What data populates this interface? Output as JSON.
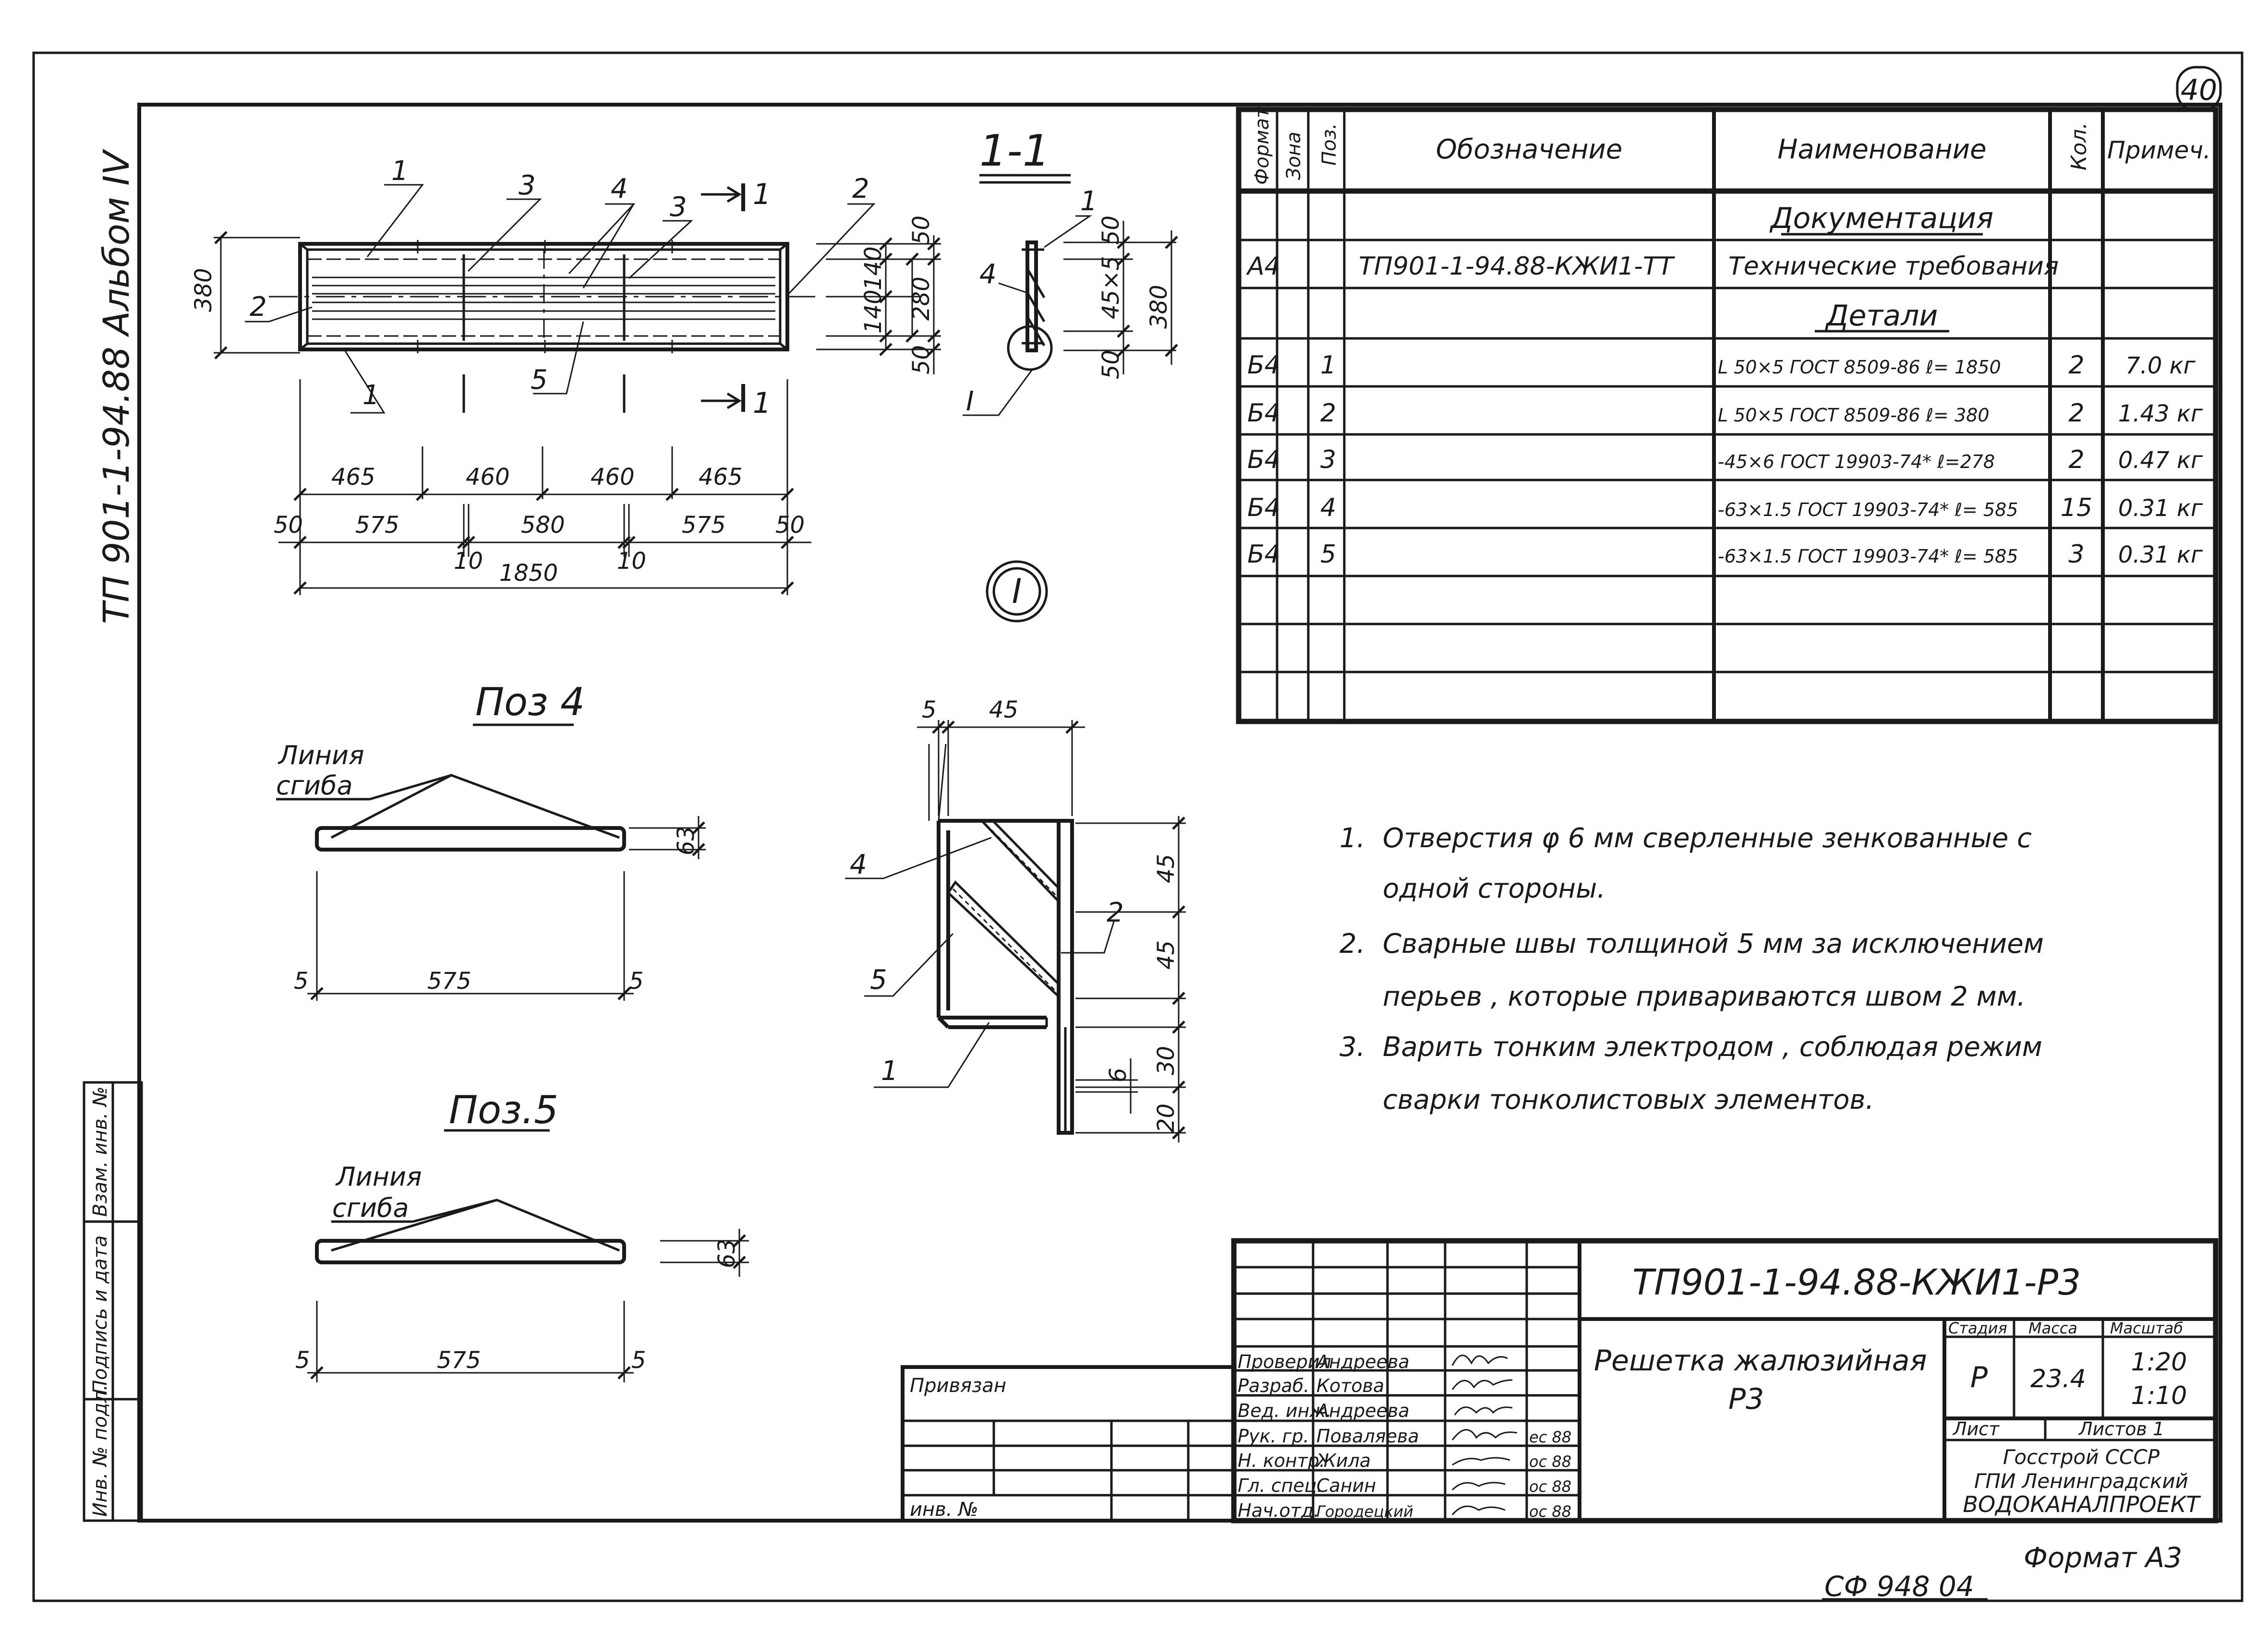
{
  "sheet": {
    "page_number": "40",
    "side_label": "ТП 901-1-94.88 Альбом IV",
    "format": "Формат А3",
    "archive_code": "СФ 948 04",
    "left_stamp": [
      "Инв. № подл.",
      "Подпись и дата",
      "Взам. инв. №"
    ]
  },
  "drawing": {
    "section_title": "1-1",
    "pos4_title": "Поз 4",
    "pos5_title": "Поз.5",
    "node_mark": "I",
    "bend_line": [
      "Линия",
      "сгиба"
    ]
  },
  "spec": {
    "headers": {
      "format": "Формат",
      "zone": "Зона",
      "pos": "Поз.",
      "designation": "Обозначение",
      "name": "Наименование",
      "qty": "Кол.",
      "note": "Примеч."
    },
    "section_docs": "Документация",
    "doc_row": {
      "format": "А4",
      "designation": "ТП901-1-94.88-КЖИ1-ТТ",
      "name": "Технические требования"
    },
    "section_parts": "Детали",
    "rows": [
      {
        "format": "Б4",
        "pos": "1",
        "name": "L 50×5 ГОСТ 8509-86   ℓ= 1850",
        "qty": "2",
        "note": "7.0 кг"
      },
      {
        "format": "Б4",
        "pos": "2",
        "name": "L 50×5 ГОСТ 8509-86   ℓ= 380",
        "qty": "2",
        "note": "1.43 кг"
      },
      {
        "format": "Б4",
        "pos": "3",
        "name": "-45×6 ГОСТ 19903-74*   ℓ=278",
        "qty": "2",
        "note": "0.47 кг"
      },
      {
        "format": "Б4",
        "pos": "4",
        "name": "-63×1.5 ГОСТ 19903-74*   ℓ= 585",
        "qty": "15",
        "note": "0.31 кг"
      },
      {
        "format": "Б4",
        "pos": "5",
        "name": "-63×1.5 ГОСТ 19903-74*   ℓ= 585",
        "qty": "3",
        "note": "0.31 кг"
      }
    ]
  },
  "notes": [
    {
      "num": "1.",
      "lines": [
        "Отверстия φ 6 мм   сверленные зенкованные   с",
        "одной   стороны."
      ]
    },
    {
      "num": "2.",
      "lines": [
        "Сварные   швы   толщиной   5 мм   за   исключением",
        "перьев ,   которые   привариваются   швом   2 мм."
      ]
    },
    {
      "num": "3.",
      "lines": [
        "Варить   тонким   электродом ,   соблюдая   режим",
        "сварки   тонколистовых   элементов."
      ]
    }
  ],
  "title_block": {
    "code": "ТП901-1-94.88-КЖИ1-Р3",
    "name_line1": "Решетка жалюзийная",
    "name_line2": "Р3",
    "stage_label": "Стадия",
    "mass_label": "Масса",
    "scale_label": "Масштаб",
    "stage": "Р",
    "mass": "23.4",
    "scale1": "1:20",
    "scale2": "1:10",
    "sheet_label": "Лист",
    "sheets_label": "Листов 1",
    "org1": "Госстрой СССР",
    "org2": "ГПИ Ленинградский",
    "org3": "ВОДОКАНАЛПРОЕКТ",
    "privyazan": "Привязан",
    "inv": "инв. №",
    "people": [
      {
        "role": "Проверил",
        "name": "Андреева",
        "date": ""
      },
      {
        "role": "Разраб.",
        "name": "Котова",
        "date": ""
      },
      {
        "role": "Вед. инж.",
        "name": "Андреева",
        "date": ""
      },
      {
        "role": "Рук. гр.",
        "name": "Поваляева",
        "date": "ес 88"
      },
      {
        "role": "Н. контр.",
        "name": "Жила",
        "date": "ос 88"
      },
      {
        "role": "Гл. спец.",
        "name": "Санин",
        "date": "ос 88"
      },
      {
        "role": "Нач.отд.",
        "name": "Городецкий",
        "date": "ос 88"
      }
    ]
  },
  "dims": {
    "plan": {
      "h380": "380",
      "h50a": "50",
      "h140a": "140",
      "h140b": "140",
      "h280": "280",
      "h50b": "50",
      "b465a": "465",
      "b460a": "460",
      "b460b": "460",
      "b465b": "465",
      "e50a": "50",
      "b575a": "575",
      "b580": "580",
      "b575b": "575",
      "e50b": "50",
      "g10a": "10",
      "g10b": "10",
      "total": "1850"
    },
    "plan_callouts": {
      "c1a": "1",
      "c3a": "3",
      "c4": "4",
      "c3b": "3",
      "c2a": "2",
      "c2b": "2",
      "c5": "5",
      "c1b": "1",
      "cut1a": "1",
      "cut1b": "1"
    },
    "section": {
      "c1": "1",
      "c4": "4",
      "cI": "I",
      "h50": "50",
      "h45x5": "45×5",
      "h50b": "50",
      "h380": "380"
    },
    "pos4": {
      "t63": "63",
      "e5a": "5",
      "len": "575",
      "e5b": "5"
    },
    "pos5": {
      "t63": "63",
      "e5a": "5",
      "len": "575",
      "e5b": "5"
    },
    "node": {
      "w5": "5",
      "w45": "45",
      "c4": "4",
      "c2": "2",
      "c5": "5",
      "c1": "1",
      "h45a": "45",
      "h45b": "45",
      "h30": "30",
      "h6": "6",
      "h20": "20"
    }
  }
}
